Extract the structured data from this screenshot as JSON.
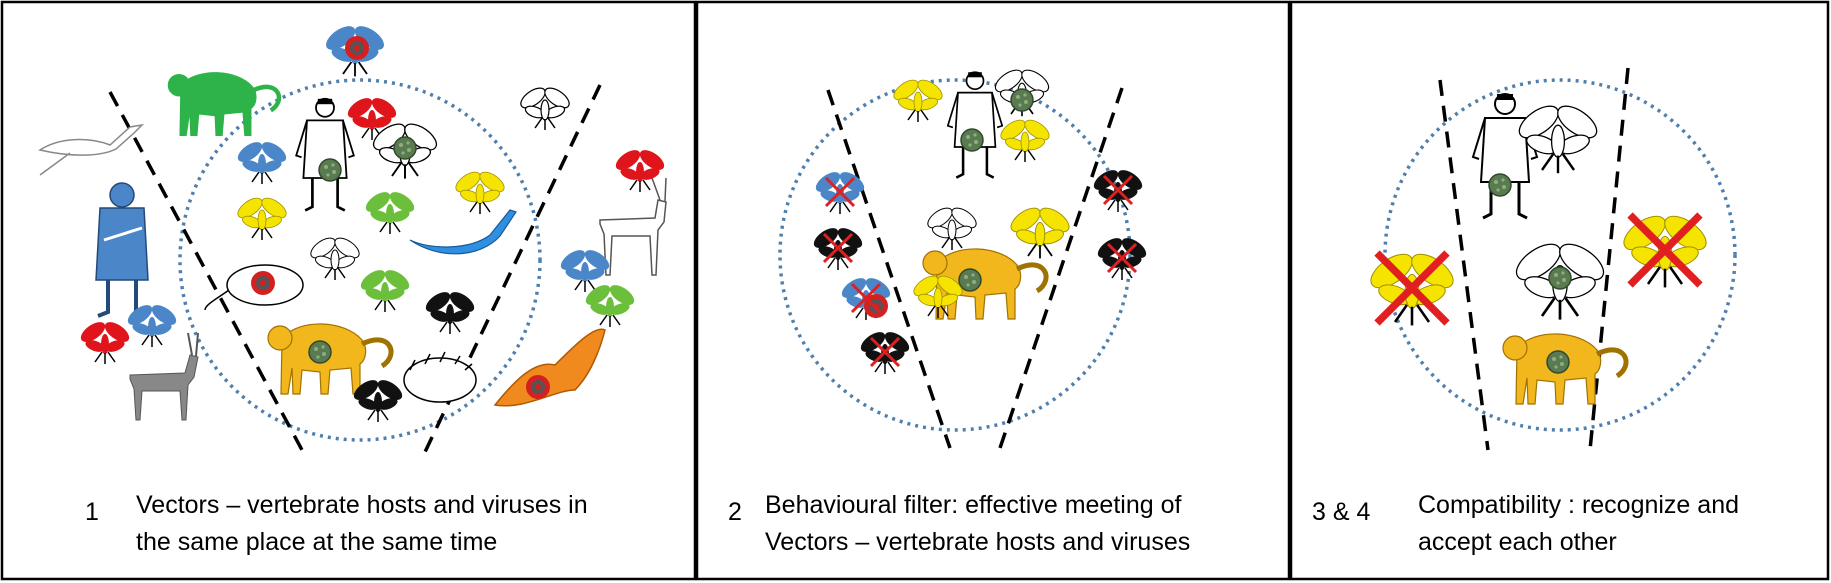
{
  "panels": [
    {
      "number": "1",
      "caption_line1": "Vectors – vertebrate hosts and  viruses in",
      "caption_line2": "the same place at the same time"
    },
    {
      "number": "2",
      "caption_line1": "Behavioural filter: effective meeting of",
      "caption_line2": "Vectors – vertebrate hosts and  viruses"
    },
    {
      "number": "3 & 4",
      "caption_line1": "Compatibility : recognize and",
      "caption_line2": "accept each other"
    }
  ],
  "colors": {
    "border": "#000000",
    "circle": "#4f7fad",
    "dash": "#000000",
    "cross": "#e02020",
    "monkey_yellow": "#f2b71c",
    "monkey_green": "#2db34a",
    "man_blue": "#4a86c8",
    "bat_orange": "#f08a1e",
    "bird_blue": "#2f8fe0",
    "antelope_gray": "#888888",
    "virus_green": "#5a7a52",
    "mosquito_red": "#e0151b",
    "mosquito_blue": "#4a86c8",
    "mosquito_green": "#6cbf3a",
    "mosquito_yellow": "#f5e400",
    "mosquito_black": "#111111"
  }
}
